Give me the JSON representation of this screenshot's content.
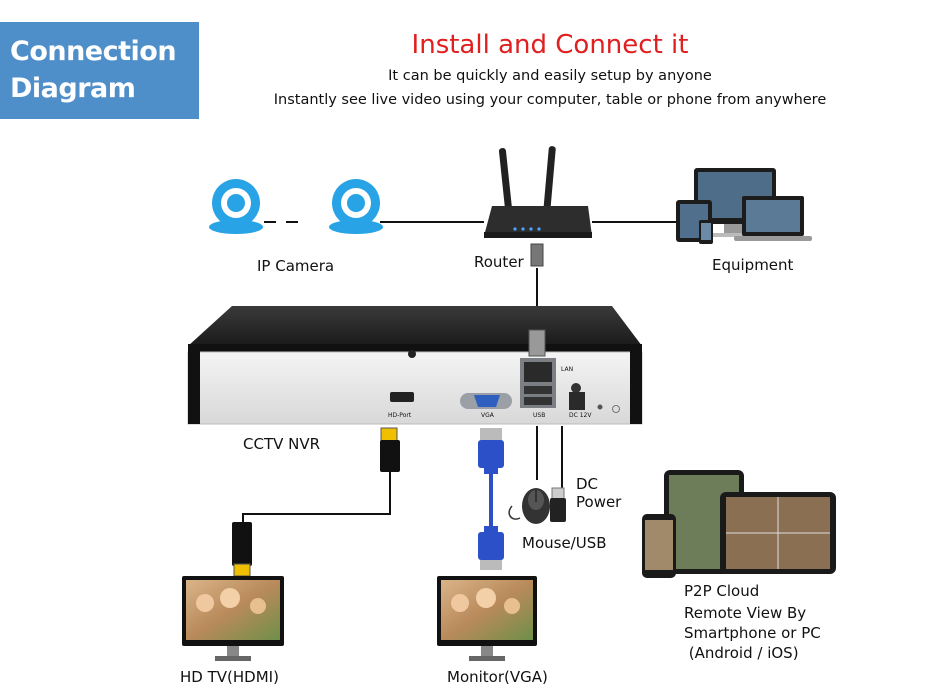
{
  "badge": {
    "line1": "Connection",
    "line2": "Diagram"
  },
  "title": "Install and Connect it",
  "subtitle1": "It can be quickly and easily setup by anyone",
  "subtitle2": "Instantly see live video using your computer, table or phone from anywhere",
  "labels": {
    "ip_camera": "IP Camera",
    "router": "Router",
    "equipment": "Equipment",
    "cctv_nvr": "CCTV NVR",
    "dc_power_1": "DC",
    "dc_power_2": "Power",
    "mouse_usb": "Mouse/USB",
    "hdtv": "HD TV(HDMI)",
    "monitor": "Monitor(VGA)",
    "p2p_1": "P2P Cloud",
    "p2p_2": "Remote View By",
    "p2p_3": "Smartphone or PC",
    "p2p_4": " (Android / iOS)"
  },
  "port_labels": {
    "hdmi": "HD-Port",
    "vga": "VGA",
    "lan": "LAN",
    "usb": "USB",
    "dc": "DC 12V"
  },
  "colors": {
    "badge_bg": "#4f8fc9",
    "title": "#e02020",
    "camera_blue": "#27a3e6",
    "vga_blue": "#2b50c8"
  }
}
